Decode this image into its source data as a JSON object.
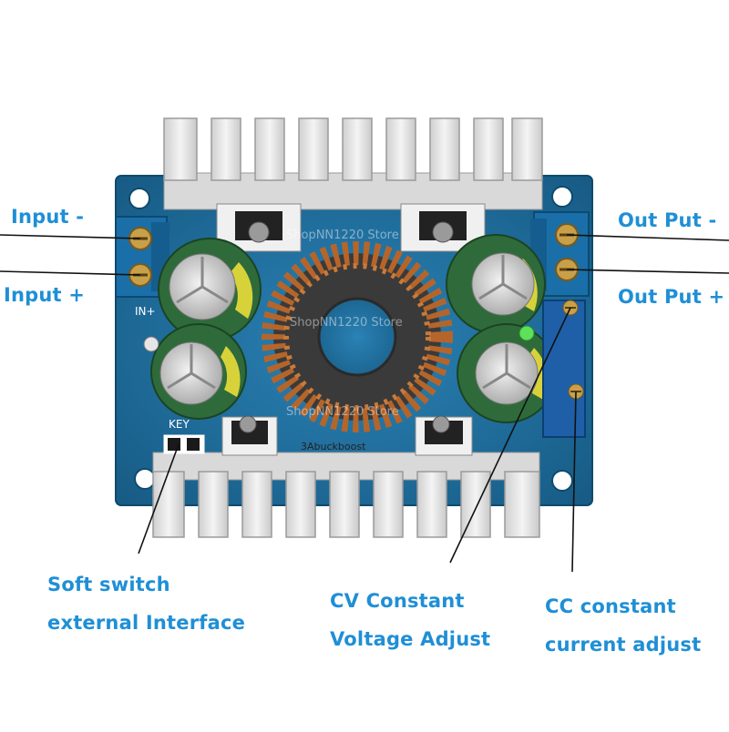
{
  "labels": {
    "input_minus": "Input -",
    "input_plus": "Input +",
    "output_minus": "Out Put -",
    "output_plus": "Out Put +",
    "soft_switch_line1": "Soft switch",
    "soft_switch_line2": "external Interface",
    "cv_line1": "CV Constant",
    "cv_line2": "Voltage Adjust",
    "cc_line1": "CC constant",
    "cc_line2": "current adjust"
  },
  "silkscreen": {
    "key": "KEY",
    "in_plus": "IN+",
    "board_name": "3Abuckboost",
    "watermark_top": "ShopNN1220 Store",
    "watermark_mid": "ShopNN1220 Store",
    "watermark_bottom": "ShopNN1220 Store"
  },
  "colors": {
    "label_text": "#1f8fd6",
    "pcb": "#1e6e9e",
    "heatsink": "#e6e6e6",
    "terminal": "#1a6fa8",
    "capacitor": "#2f6b3a",
    "copper": "#b5652a",
    "trimpot": "#1e5fa8",
    "led": "#5ee05a"
  }
}
